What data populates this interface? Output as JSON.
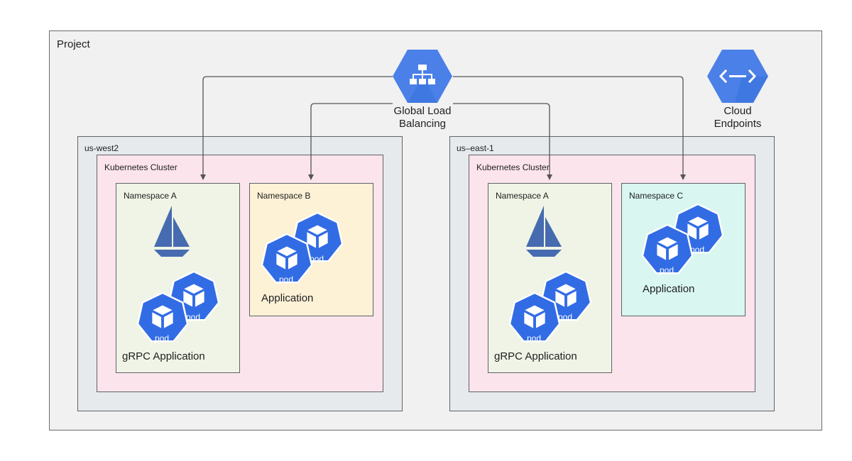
{
  "project_label": "Project",
  "load_balancer": {
    "line1": "Global Load",
    "line2": "Balancing",
    "icon": "load-balancer-icon"
  },
  "cloud_endpoints": {
    "line1": "Cloud",
    "line2": "Endpoints",
    "icon": "api-endpoints-icon"
  },
  "regions": [
    {
      "label": "us-west2",
      "cluster_label": "Kubernetes Cluster",
      "namespaces": [
        {
          "label": "Namespace A",
          "app_label": "gRPC Application",
          "pod_label": "pod"
        },
        {
          "label": "Namespace  B",
          "app_label": "Application",
          "pod_label": "pod"
        }
      ]
    },
    {
      "label": "us–east-1",
      "cluster_label": "Kubernetes Cluster",
      "namespaces": [
        {
          "label": "Namespace A",
          "app_label": "gRPC Application",
          "pod_label": "pod"
        },
        {
          "label": "Namespace  C",
          "app_label": "Application",
          "pod_label": "pod"
        }
      ]
    }
  ],
  "colors": {
    "gcp_blue": "#4a80e8",
    "k8s_blue": "#326ce5",
    "istio_blue": "#466bb0",
    "project_bg": "#f1f1f1",
    "region_bg": "#e7eaed",
    "cluster_bg": "#fbe4ec",
    "namespace_a_bg": "#eff4e6",
    "namespace_b_bg": "#fdf1d6",
    "namespace_c_bg": "#d9f6f1"
  }
}
